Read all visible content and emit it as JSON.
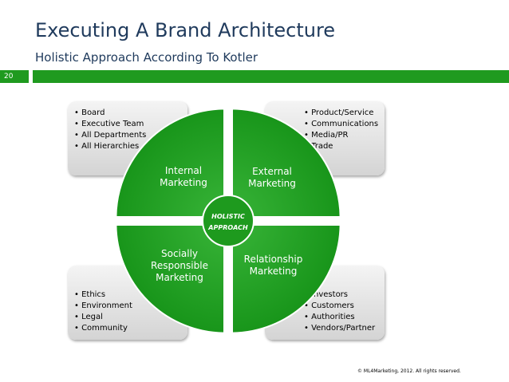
{
  "slide": {
    "title": "Executing A Brand Architecture",
    "subtitle": "Holistic Approach According To Kotler",
    "number": "20",
    "copyright": "© ML4Marketing, 2012. All rights reserved."
  },
  "diagram": {
    "center": "HOLISTIC APPROACH",
    "quadrants": [
      {
        "label": "Internal Marketing",
        "items": [
          "Board",
          "Executive Team",
          "All Departments",
          "All Hierarchies"
        ]
      },
      {
        "label": "External Marketing",
        "items": [
          "Product/Service",
          "Communications",
          "Media/PR",
          "Trade"
        ]
      },
      {
        "label": "Socially Responsible Marketing",
        "items": [
          "Ethics",
          "Environment",
          "Legal",
          "Community"
        ]
      },
      {
        "label": "Relationship Marketing",
        "items": [
          "Investors",
          "Customers",
          "Authorities",
          "Vendors/Partner"
        ]
      }
    ]
  },
  "colors": {
    "accent": "#1f9a1f",
    "title": "#1f3a5c"
  }
}
